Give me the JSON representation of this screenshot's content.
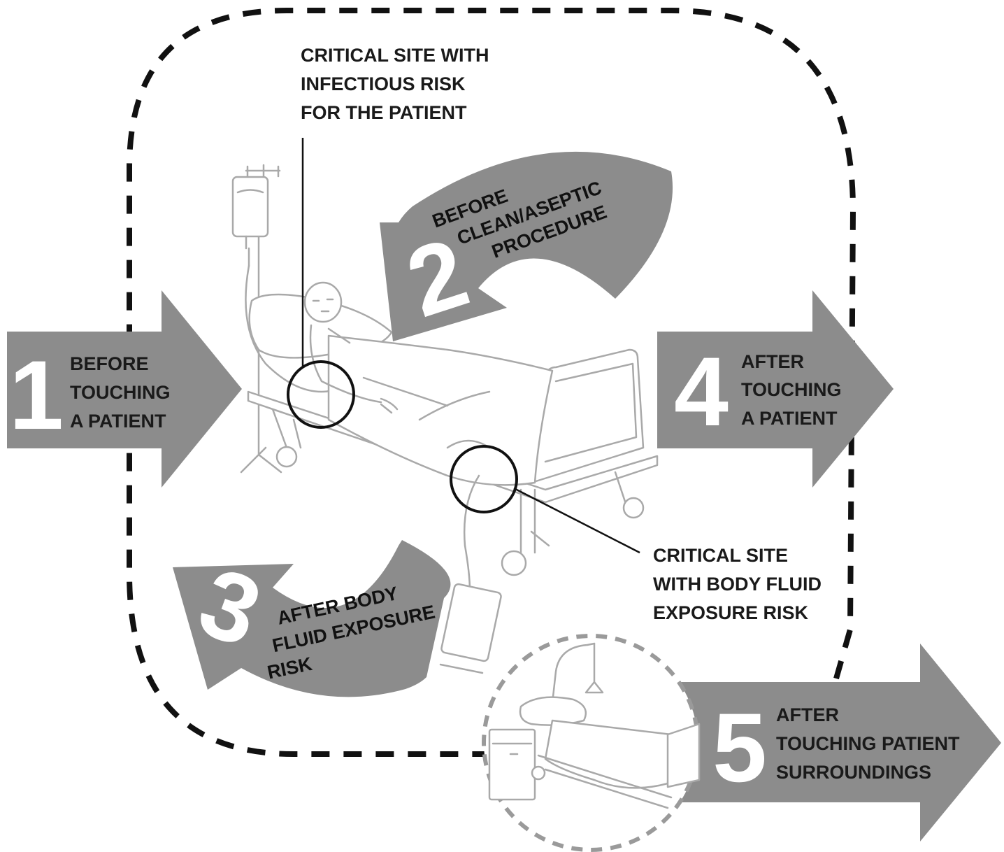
{
  "colors": {
    "arrow_fill": "#8c8c8c",
    "dash_border": "#111111",
    "zone_circle": "#9a9a9a",
    "sketch": "#a9a9a9",
    "number": "#ffffff",
    "text": "#1a1a1a"
  },
  "moments": [
    {
      "number": "1",
      "lines": [
        "BEFORE",
        "TOUCHING",
        "A PATIENT"
      ]
    },
    {
      "number": "2",
      "lines": [
        "BEFORE",
        "CLEAN/ASEPTIC",
        "PROCEDURE"
      ]
    },
    {
      "number": "3",
      "lines": [
        "AFTER BODY",
        "FLUID EXPOSURE",
        "RISK"
      ]
    },
    {
      "number": "4",
      "lines": [
        "AFTER",
        "TOUCHING",
        "A PATIENT"
      ]
    },
    {
      "number": "5",
      "lines": [
        "AFTER",
        "TOUCHING PATIENT",
        "SURROUNDINGS"
      ]
    }
  ],
  "callouts": [
    {
      "lines": [
        "CRITICAL SITE WITH",
        "INFECTIOUS RISK",
        "FOR THE PATIENT"
      ]
    },
    {
      "lines": [
        "CRITICAL SITE",
        "WITH BODY FLUID",
        "EXPOSURE RISK"
      ]
    }
  ]
}
